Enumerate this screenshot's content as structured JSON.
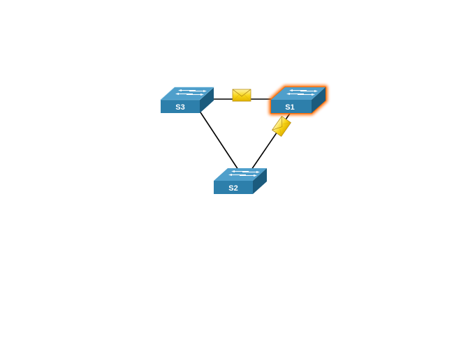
{
  "diagram": {
    "switches": [
      {
        "id": "s3",
        "label": "S3",
        "highlighted": false
      },
      {
        "id": "s1",
        "label": "S1",
        "highlighted": true
      },
      {
        "id": "s2",
        "label": "S2",
        "highlighted": false
      }
    ],
    "links": [
      {
        "from": "S3",
        "to": "S1",
        "has_message": true
      },
      {
        "from": "S1",
        "to": "S2",
        "has_message": true
      },
      {
        "from": "S3",
        "to": "S2",
        "has_message": false
      }
    ],
    "icons": {
      "switch": "switch-icon",
      "message": "envelope-icon"
    },
    "colors": {
      "switch_top": "#4f9fcb",
      "switch_front": "#2d7fab",
      "switch_side": "#1b5b7d",
      "highlight": "#ff6a00",
      "envelope": "#f7d417",
      "link": "#000000"
    }
  }
}
